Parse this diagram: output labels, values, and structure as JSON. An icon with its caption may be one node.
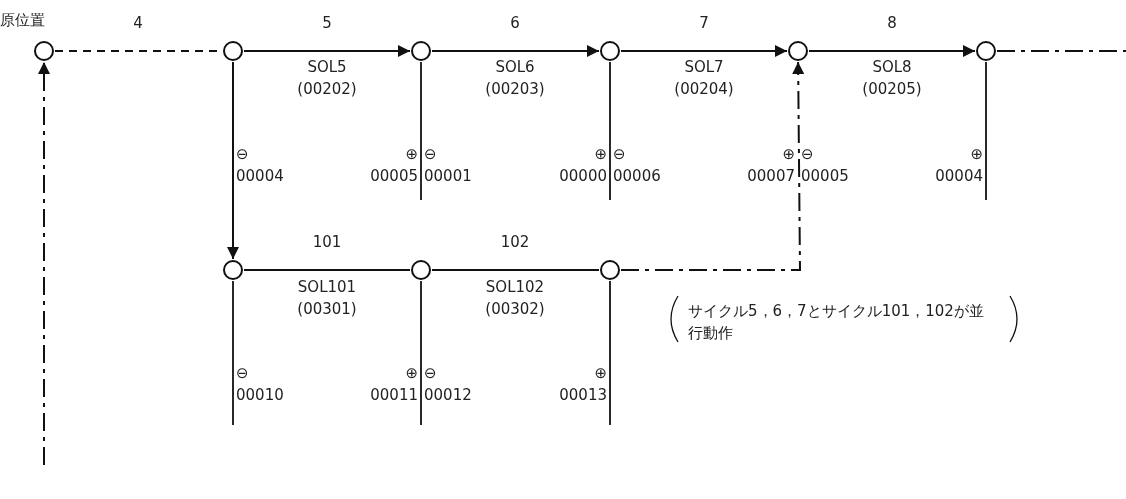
{
  "diagram": {
    "nodes": [
      {
        "text": [],
        "shape": "circle",
        "beside": [
          "原位置"
        ]
      },
      {
        "text": [],
        "shape": "circle"
      },
      {
        "text": [],
        "shape": "circle"
      },
      {
        "text": [],
        "shape": "circle"
      },
      {
        "text": [],
        "shape": "circle"
      },
      {
        "text": [],
        "shape": "circle"
      },
      {
        "text": [],
        "shape": "circle"
      },
      {
        "text": [],
        "shape": "circle"
      },
      {
        "text": [],
        "shape": "circle"
      }
    ],
    "edges": [
      {
        "from": 0,
        "to": 1,
        "arrow": "none",
        "style": "dashed",
        "label": "4"
      },
      {
        "from": 1,
        "to": 2,
        "arrow": "to",
        "label": "5"
      },
      {
        "from": 2,
        "to": 3,
        "arrow": "to",
        "label": "6"
      },
      {
        "from": 3,
        "to": 4,
        "arrow": "to",
        "label": "7"
      },
      {
        "from": 4,
        "to": 5,
        "arrow": "to",
        "label": "8"
      },
      {
        "from": 5,
        "to": null,
        "arrow": "none",
        "style": "dashed"
      },
      {
        "from": 1,
        "to": 6,
        "arrow": "to"
      },
      {
        "from": 6,
        "to": 7,
        "arrow": "none",
        "label": "101"
      },
      {
        "from": 7,
        "to": 8,
        "arrow": "none",
        "label": "102"
      },
      {
        "from": 8,
        "to": 4,
        "arrow": "to",
        "style": "dashed"
      },
      {
        "from": null,
        "to": 0,
        "arrow": "to",
        "style": "dashed"
      }
    ],
    "labels": [
      "SOL5 (00202)",
      "SOL6 (00203)",
      "SOL7 (00204)",
      "SOL8 (00205)",
      "⊖ 00004",
      "⊕ 00005",
      "⊖ 00001",
      "⊕ 00000",
      "⊖ 00006",
      "⊕ 00007",
      "⊖ 00005",
      "⊕ 00004",
      "SOL101 (00301)",
      "SOL102 (00302)",
      "⊖ 00010",
      "⊕ 00011",
      "⊖ 00012",
      "⊕ 00013",
      "サイクル5，6，7とサイクル101，102が並行動作"
    ]
  }
}
